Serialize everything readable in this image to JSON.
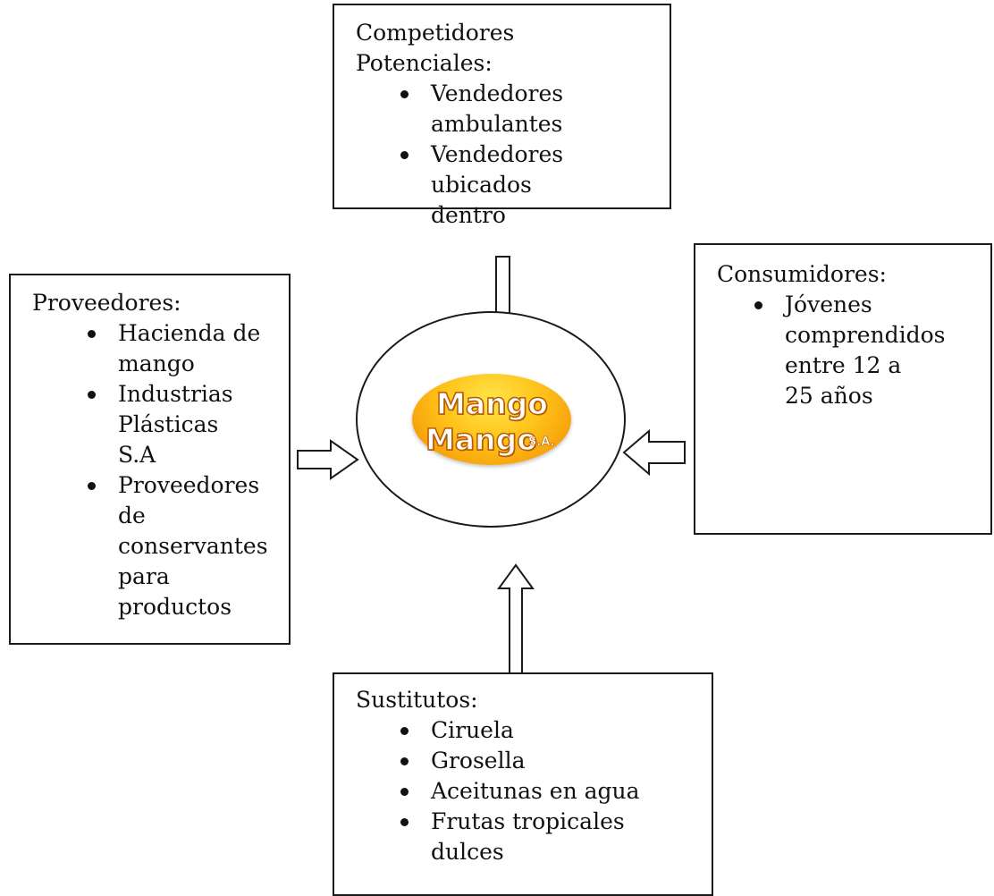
{
  "competitors": {
    "title": "Competidores Potenciales:",
    "items": [
      "Vendedores ambulantes",
      "Vendedores ubicados    dentro"
    ]
  },
  "suppliers": {
    "title": "Proveedores:",
    "items": [
      "Hacienda de mango",
      "Industrias Plásticas S.A",
      "Proveedores de conservantes para productos"
    ]
  },
  "consumers": {
    "title": "Consumidores:",
    "items": [
      "Jóvenes comprendidos entre 12 a 25 años"
    ]
  },
  "substitutes": {
    "title": "Sustitutos:",
    "items": [
      "Ciruela",
      "Grosella",
      "Aceitunas en agua",
      "Frutas tropicales dulces"
    ]
  },
  "center": {
    "logo_line1": "Mango",
    "logo_line2": "Mango",
    "logo_suffix": "S.A."
  }
}
